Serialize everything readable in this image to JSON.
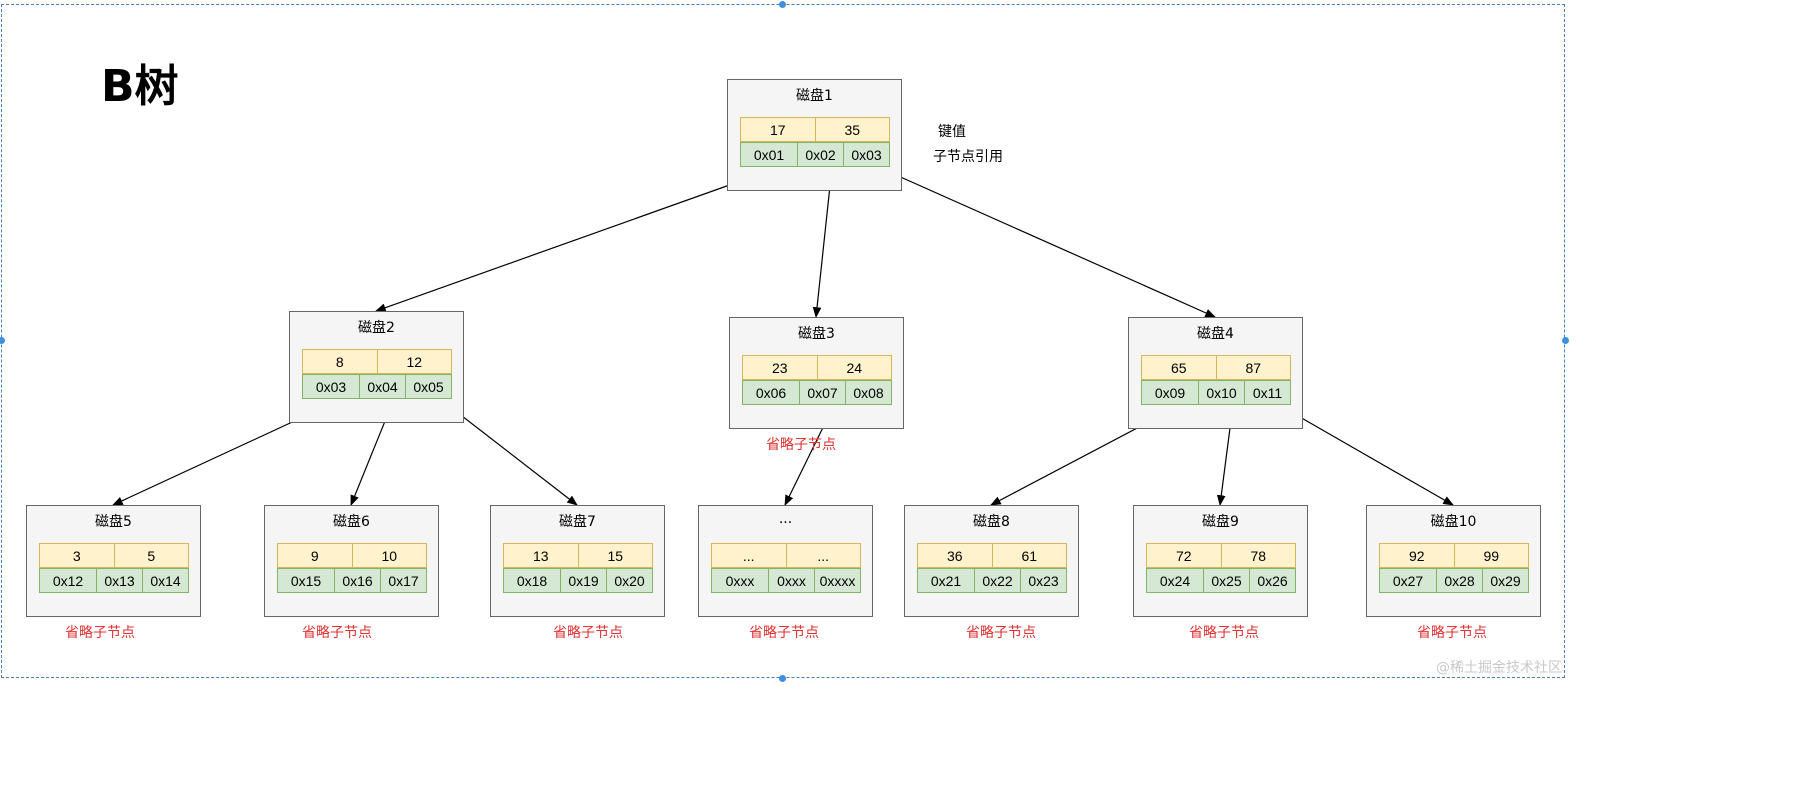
{
  "title": "B树",
  "legend": {
    "keys_label": "键值",
    "pointers_label": "子节点引用"
  },
  "omitted_label": "省略子节点",
  "watermark": "@稀土掘金技术社区",
  "colors": {
    "key_fill": "#fff2cc",
    "key_border": "#d6b656",
    "pointer_fill": "#d5e8d4",
    "pointer_border": "#82b366",
    "node_fill": "#f5f5f5",
    "omitted_text": "#e03030"
  },
  "nodes": [
    {
      "label": "磁盘1",
      "keys": [
        "17",
        "35"
      ],
      "pointers": [
        "0x01",
        "0x02",
        "0x03"
      ]
    },
    {
      "label": "磁盘2",
      "keys": [
        "8",
        "12"
      ],
      "pointers": [
        "0x03",
        "0x04",
        "0x05"
      ]
    },
    {
      "label": "磁盘3",
      "keys": [
        "23",
        "24"
      ],
      "pointers": [
        "0x06",
        "0x07",
        "0x08"
      ]
    },
    {
      "label": "磁盘4",
      "keys": [
        "65",
        "87"
      ],
      "pointers": [
        "0x09",
        "0x10",
        "0x11"
      ]
    },
    {
      "label": "磁盘5",
      "keys": [
        "3",
        "5"
      ],
      "pointers": [
        "0x12",
        "0x13",
        "0x14"
      ]
    },
    {
      "label": "磁盘6",
      "keys": [
        "9",
        "10"
      ],
      "pointers": [
        "0x15",
        "0x16",
        "0x17"
      ]
    },
    {
      "label": "磁盘7",
      "keys": [
        "13",
        "15"
      ],
      "pointers": [
        "0x18",
        "0x19",
        "0x20"
      ]
    },
    {
      "label": "...",
      "keys": [
        "...",
        "..."
      ],
      "pointers": [
        "0xxx",
        "0xxx",
        "0xxxx"
      ]
    },
    {
      "label": "磁盘8",
      "keys": [
        "36",
        "61"
      ],
      "pointers": [
        "0x21",
        "0x22",
        "0x23"
      ]
    },
    {
      "label": "磁盘9",
      "keys": [
        "72",
        "78"
      ],
      "pointers": [
        "0x24",
        "0x25",
        "0x26"
      ]
    },
    {
      "label": "磁盘10",
      "keys": [
        "92",
        "99"
      ],
      "pointers": [
        "0x27",
        "0x28",
        "0x29"
      ]
    }
  ],
  "edges": [
    {
      "from": "磁盘1",
      "pointer": "0x01",
      "to": "磁盘2"
    },
    {
      "from": "磁盘1",
      "pointer": "0x02",
      "to": "磁盘3"
    },
    {
      "from": "磁盘1",
      "pointer": "0x03",
      "to": "磁盘4"
    },
    {
      "from": "磁盘2",
      "pointer": "0x03",
      "to": "磁盘5"
    },
    {
      "from": "磁盘2",
      "pointer": "0x04",
      "to": "磁盘6"
    },
    {
      "from": "磁盘2",
      "pointer": "0x05",
      "to": "磁盘7"
    },
    {
      "from": "磁盘3",
      "pointer": "0x07",
      "to": "..."
    },
    {
      "from": "磁盘4",
      "pointer": "0x09",
      "to": "磁盘8"
    },
    {
      "from": "磁盘4",
      "pointer": "0x10",
      "to": "磁盘9"
    },
    {
      "from": "磁盘4",
      "pointer": "0x11",
      "to": "磁盘10"
    }
  ]
}
